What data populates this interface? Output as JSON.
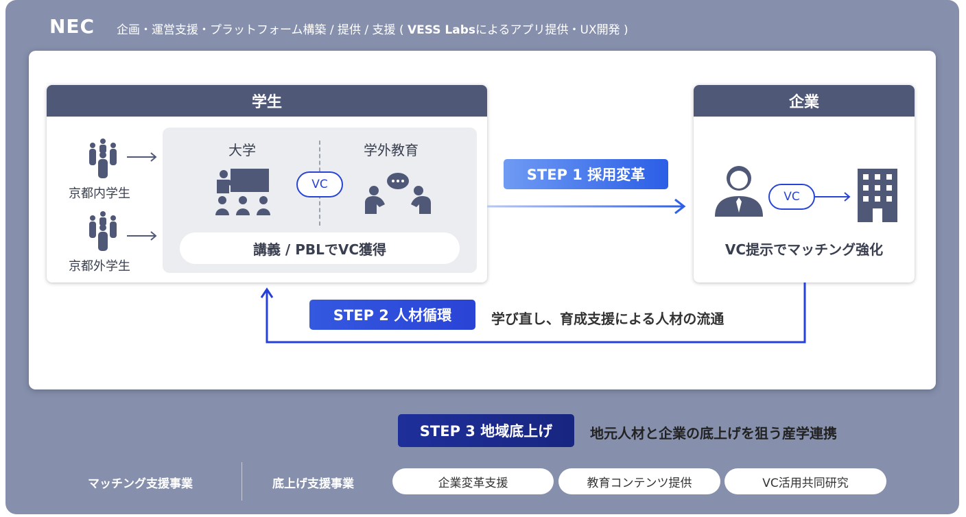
{
  "header": {
    "logo": "NEC",
    "text_pre": "企画・運営支援・プラットフォーム構築 / 提供 / 支援 ( ",
    "text_bold": "VESS Labs",
    "text_post": "によるアプリ提供・UX開発 )"
  },
  "students": {
    "title": "学生",
    "group1": "京都内学生",
    "group2": "京都外学生",
    "university": "大学",
    "outside": "学外教育",
    "vc": "VC",
    "pill": "講義 / PBLでVC獲得"
  },
  "company": {
    "title": "企業",
    "vc": "VC",
    "caption": "VC提示でマッチング強化"
  },
  "step1": {
    "label": "STEP 1  採用変革"
  },
  "step2": {
    "label": "STEP 2  人材循環",
    "desc": "学び直し、育成支援による人材の流通"
  },
  "step3": {
    "label": "STEP 3  地域底上げ",
    "desc": "地元人材と企業の底上げを狙う産学連携"
  },
  "bottom": {
    "matching": "マッチング支援事業",
    "raise": "底上げ支援事業",
    "items": [
      "企業変革支援",
      "教育コンテンツ提供",
      "VC活用共同研究"
    ]
  },
  "colors": {
    "bg": "#8690ad",
    "header": "#4f5877",
    "blue": "#2844d4",
    "navy": "#1c2a8c"
  }
}
